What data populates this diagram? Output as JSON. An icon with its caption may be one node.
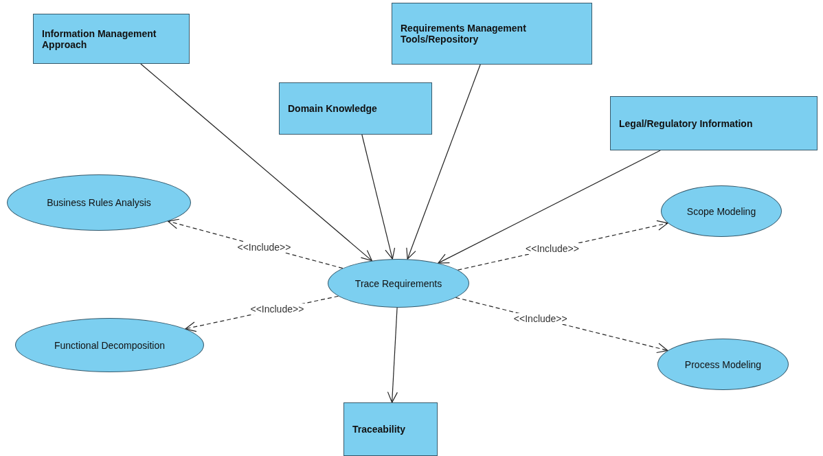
{
  "diagram": {
    "nodes": [
      {
        "text": [
          "Information Management Approach"
        ]
      },
      {
        "text": [
          "Requirements Management Tools/Repository"
        ]
      },
      {
        "text": [
          "Domain Knowledge"
        ]
      },
      {
        "text": [
          "Legal/Regulatory Information"
        ]
      },
      {
        "text": [
          "Business Rules Analysis"
        ]
      },
      {
        "text": [
          "Scope Modeling"
        ]
      },
      {
        "text": [
          "Trace Requirements"
        ]
      },
      {
        "text": [
          "Functional Decomposition"
        ]
      },
      {
        "text": [
          "Process Modeling"
        ]
      },
      {
        "text": [
          "Traceability"
        ]
      }
    ],
    "edges": [
      {
        "from": 0,
        "to": 6,
        "arrow": "to"
      },
      {
        "from": 2,
        "to": 6,
        "arrow": "to"
      },
      {
        "from": 1,
        "to": 6,
        "arrow": "to"
      },
      {
        "from": 3,
        "to": 6,
        "arrow": "to"
      },
      {
        "from": 6,
        "to": 4,
        "arrow": "to",
        "label": "<<Include>>",
        "style": "dashed"
      },
      {
        "from": 6,
        "to": 5,
        "arrow": "to",
        "label": "<<Include>>",
        "style": "dashed"
      },
      {
        "from": 6,
        "to": 7,
        "arrow": "to",
        "label": "<<Include>>",
        "style": "dashed"
      },
      {
        "from": 6,
        "to": 8,
        "arrow": "to",
        "label": "<<Include>>",
        "style": "dashed"
      },
      {
        "from": 6,
        "to": 9,
        "arrow": "to"
      }
    ]
  }
}
